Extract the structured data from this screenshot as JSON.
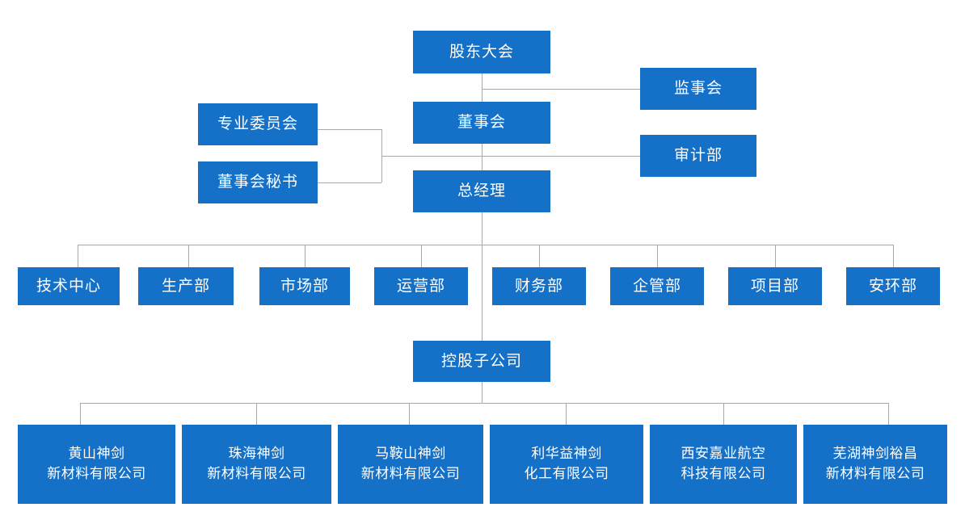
{
  "chart": {
    "type": "org-chart",
    "title": "",
    "accent_color": "#1570c8",
    "connector_color": "#a8a8a8",
    "text_color": "#ffffff",
    "background_color": "#ffffff"
  },
  "nodes": {
    "shareholders_meeting": {
      "label": "股东大会",
      "level": 1
    },
    "board_of_directors": {
      "label": "董事会",
      "level": 2
    },
    "board_of_supervisors": {
      "label": "监事会",
      "level": 2
    },
    "general_manager": {
      "label": "总经理",
      "level": 3
    },
    "audit_department": {
      "label": "审计部",
      "level": 3
    },
    "professional_committee": {
      "label": "专业委员会",
      "level": 2
    },
    "board_secretary": {
      "label": "董事会秘书",
      "level": 2
    },
    "holding_subsidiaries": {
      "label": "控股子公司",
      "level": 5
    }
  },
  "departments": [
    {
      "label": "技术中心"
    },
    {
      "label": "生产部"
    },
    {
      "label": "市场部"
    },
    {
      "label": "运营部"
    },
    {
      "label": "财务部"
    },
    {
      "label": "企管部"
    },
    {
      "label": "项目部"
    },
    {
      "label": "安环部"
    }
  ],
  "subsidiaries": [
    {
      "line1": "黄山神剑",
      "line2": "新材料有限公司"
    },
    {
      "line1": "珠海神剑",
      "line2": "新材料有限公司"
    },
    {
      "line1": "马鞍山神剑",
      "line2": "新材料有限公司"
    },
    {
      "line1": "利华益神剑",
      "line2": "化工有限公司"
    },
    {
      "line1": "西安嘉业航空",
      "line2": "科技有限公司"
    },
    {
      "line1": "芜湖神剑裕昌",
      "line2": "新材料有限公司"
    }
  ]
}
